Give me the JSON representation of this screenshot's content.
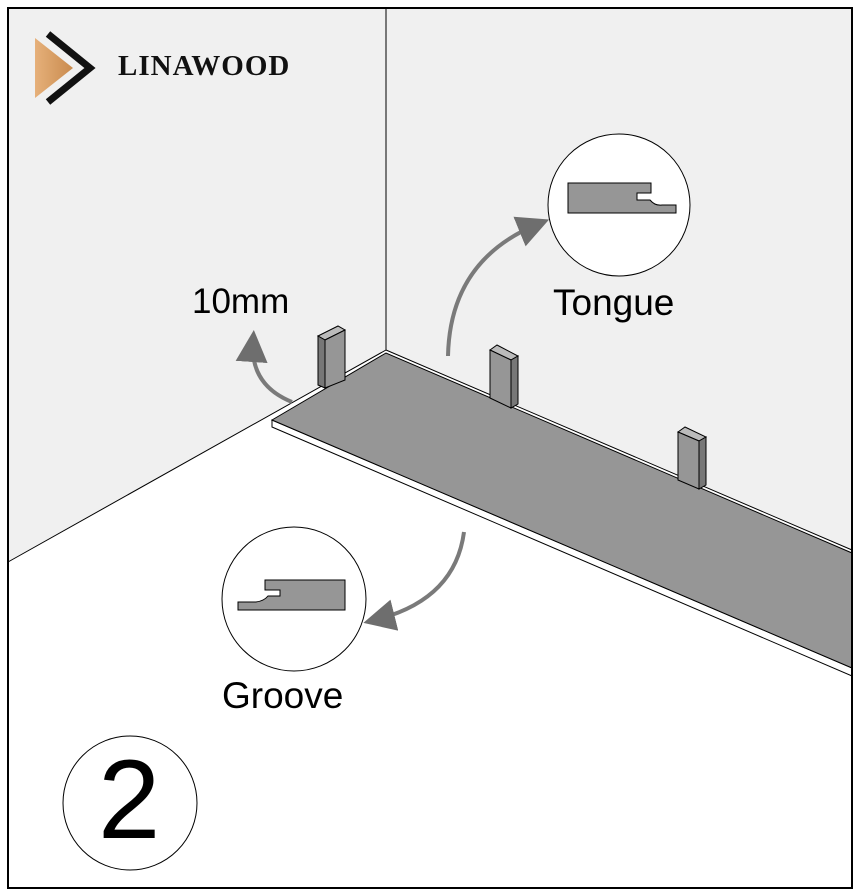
{
  "logo": {
    "brand": "LINAWOOD"
  },
  "labels": {
    "gap": "10mm",
    "tongue": "Tongue",
    "groove": "Groove",
    "step_number": "2"
  },
  "colors": {
    "wall": "#f0f0f0",
    "floor": "#ffffff",
    "plank": "#969696",
    "arrow": "#7a7a7a",
    "wood": "#d9a066"
  }
}
